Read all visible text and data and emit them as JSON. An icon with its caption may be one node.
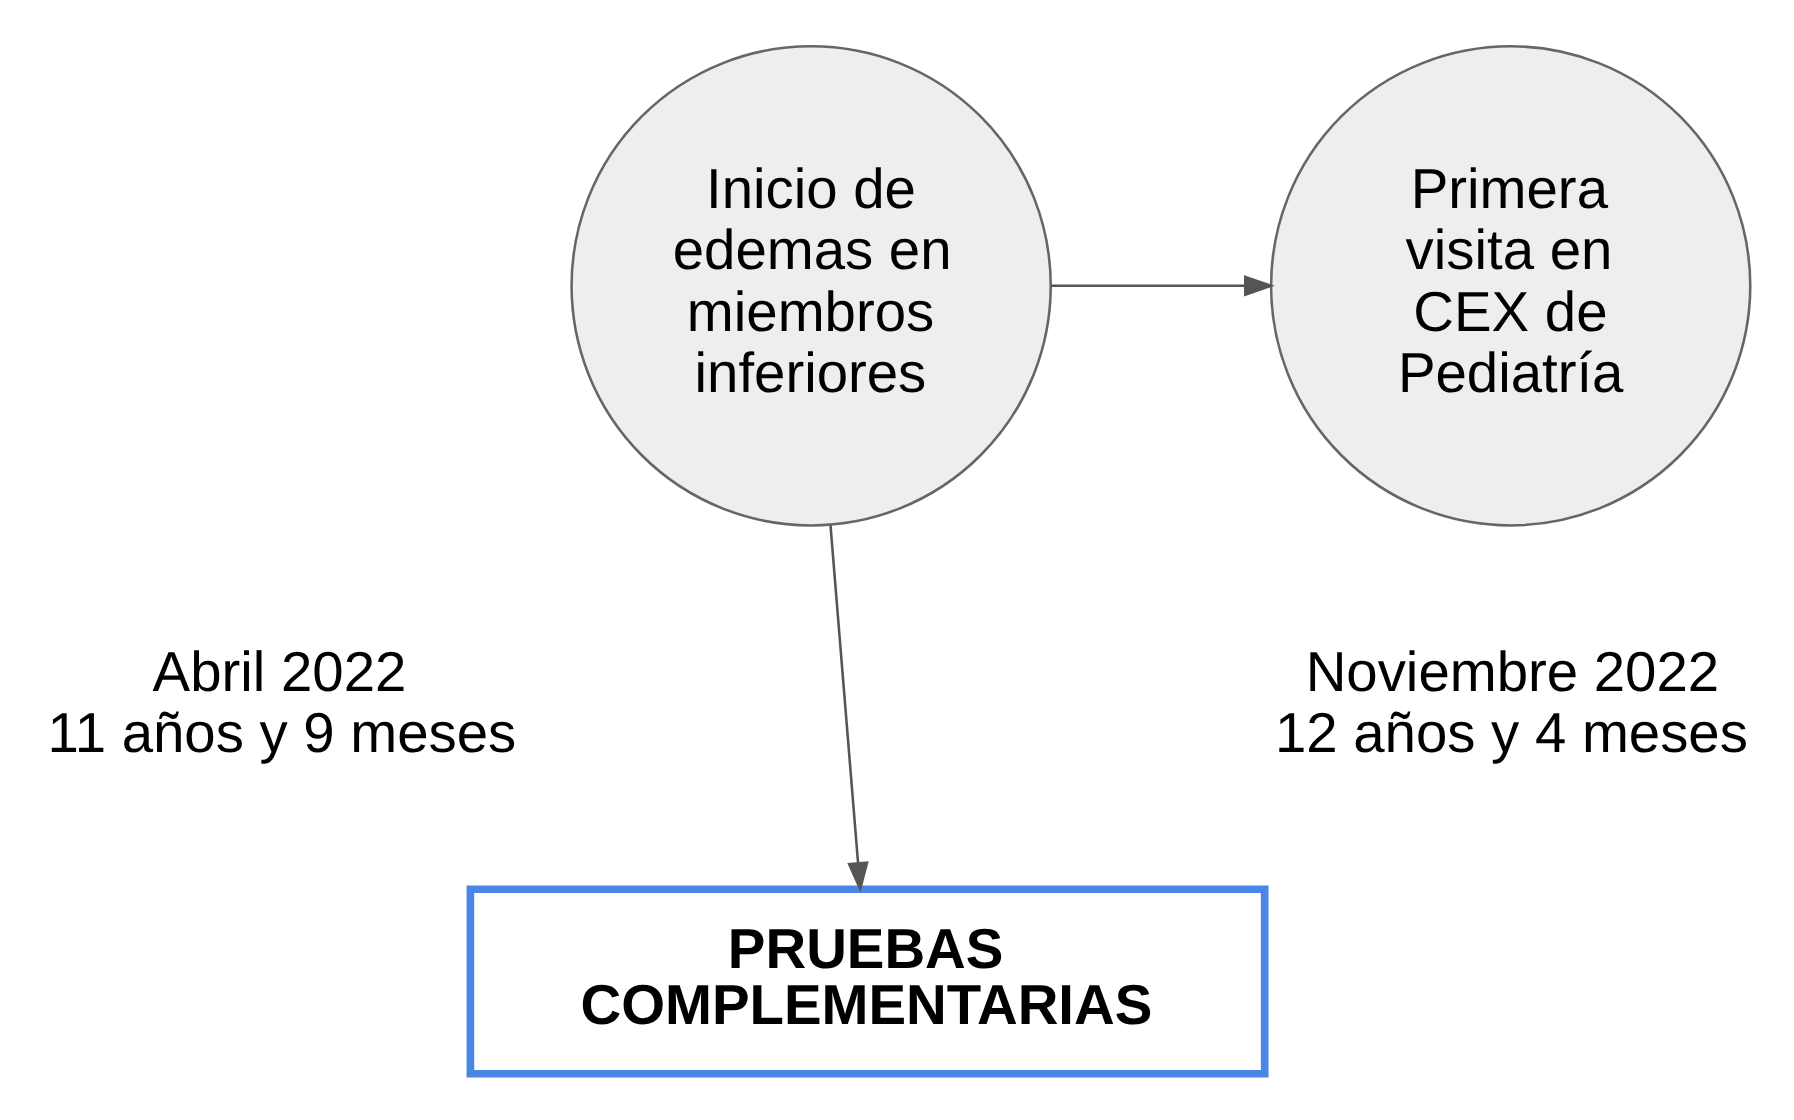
{
  "diagram": {
    "nodes": [
      {
        "text": [
          "Inicio de edemas en miembros inferiores"
        ],
        "beside": [
          "Abril 2022",
          "11 años y 9 meses"
        ]
      },
      {
        "text": [
          "Primera visita en CEX de Pediatría"
        ],
        "beside": [
          "Noviembre 2022",
          "12 años y 4 meses"
        ]
      },
      {
        "text": [
          "PRUEBAS COMPLEMENTARIAS"
        ]
      }
    ],
    "edges": [
      {
        "from": 0,
        "to": 1,
        "arrow": "to"
      },
      {
        "from": 0,
        "to": 2,
        "arrow": "to"
      }
    ]
  }
}
